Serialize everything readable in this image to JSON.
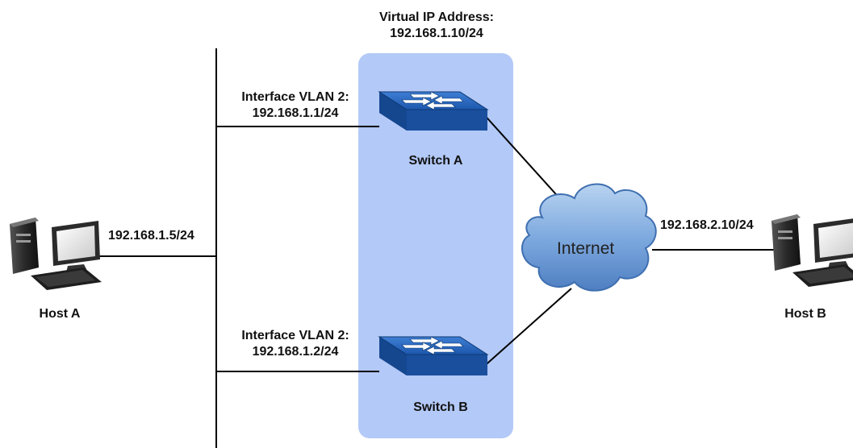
{
  "virtual_ip": {
    "title": "Virtual IP Address:",
    "address": "192.168.1.10/24"
  },
  "switch_a": {
    "name": "Switch A",
    "iface_label": "Interface VLAN 2:",
    "iface_ip": "192.168.1.1/24"
  },
  "switch_b": {
    "name": "Switch B",
    "iface_label": "Interface VLAN 2:",
    "iface_ip": "192.168.1.2/24"
  },
  "host_a": {
    "name": "Host A",
    "ip": "192.168.1.5/24"
  },
  "host_b": {
    "name": "Host B",
    "ip": "192.168.2.10/24"
  },
  "internet": {
    "label": "Internet"
  },
  "colors": {
    "vrrp_group_bg": "#b3c9f7",
    "switch_blue": "#1f5fb8",
    "cloud_blue": "#6f9fd8",
    "line": "#000000"
  }
}
